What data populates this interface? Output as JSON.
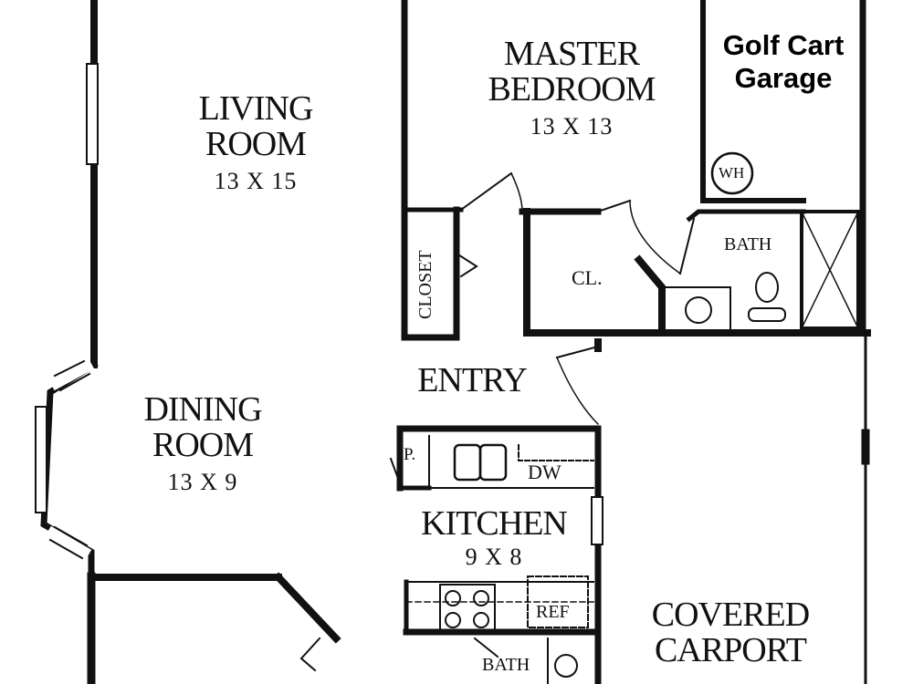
{
  "rooms": {
    "living": {
      "name_1": "LIVING",
      "name_2": "ROOM",
      "dims": "13 X 15"
    },
    "master": {
      "name_1": "MASTER",
      "name_2": "BEDROOM",
      "dims": "13 X 13"
    },
    "golf": {
      "name_1": "Golf Cart",
      "name_2": "Garage"
    },
    "dining": {
      "name_1": "DINING",
      "name_2": "ROOM",
      "dims": "13 X 9"
    },
    "entry": {
      "name": "ENTRY"
    },
    "kitchen": {
      "name": "KITCHEN",
      "dims": "9 X 8"
    },
    "carport": {
      "name_1": "COVERED",
      "name_2": "CARPORT"
    }
  },
  "fixtures": {
    "closet": "CLOSET",
    "master_closet": "CL.",
    "master_bath": "BATH",
    "lower_bath": "BATH",
    "water_heater": "WH",
    "pantry": "P.",
    "dishwasher": "DW",
    "refrigerator": "REF"
  }
}
